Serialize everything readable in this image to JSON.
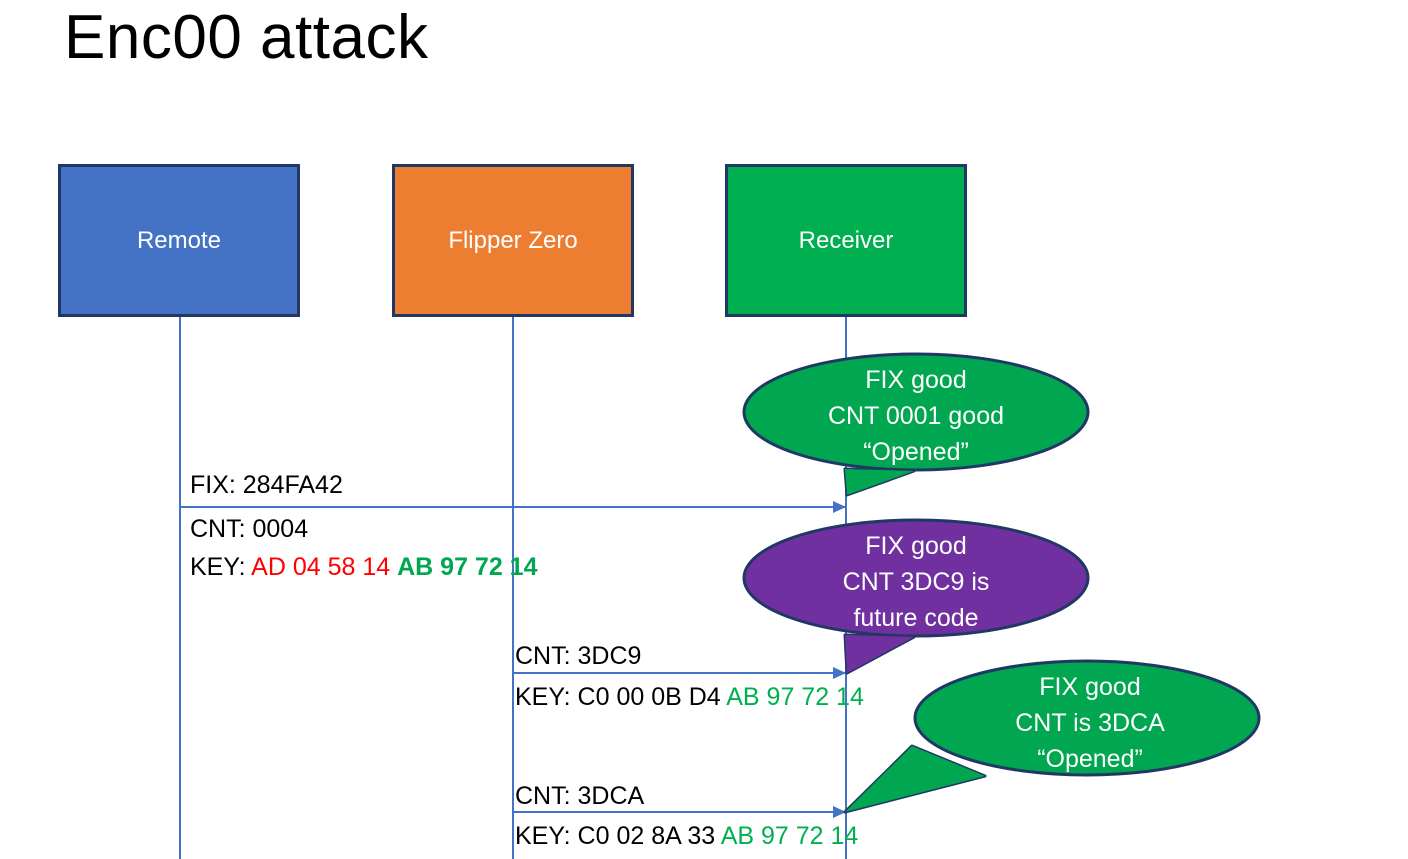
{
  "slide": {
    "title": "Enc00 attack"
  },
  "actors": [
    {
      "name": "remote",
      "label": "Remote",
      "color": "#4472C4"
    },
    {
      "name": "flipper",
      "label": "Flipper Zero",
      "color": "#ED7D31"
    },
    {
      "name": "receiver",
      "label": "Receiver",
      "color": "#00B050"
    }
  ],
  "messages": {
    "fix": "FIX: 284FA42",
    "cnt1": "CNT: 0004",
    "key1": {
      "prefix": "KEY: ",
      "red": "AD 04 58 14",
      "green": "AB 97 72 14"
    },
    "cnt2": "CNT: 3DC9",
    "key2": {
      "prefix": "KEY: C0 00 0B D4 ",
      "green": "AB 97 72 14"
    },
    "cnt3": "CNT: 3DCA",
    "key3": {
      "prefix": "KEY: C0 02 8A 33 ",
      "green": "AB 97 72 14"
    }
  },
  "bubbles": [
    {
      "name": "receiver-response-1",
      "color": "#00A650",
      "lines": [
        "FIX good",
        "CNT 0001 good",
        "“Opened”"
      ]
    },
    {
      "name": "receiver-response-2",
      "color": "#7030A0",
      "lines": [
        "FIX good",
        "CNT 3DC9 is",
        "future code"
      ]
    },
    {
      "name": "receiver-response-3",
      "color": "#00A650",
      "lines": [
        "FIX good",
        "CNT is 3DCA",
        "“Opened”"
      ]
    }
  ],
  "colors": {
    "blue": "#4472C4",
    "orange": "#ED7D31",
    "green": "#00B050",
    "purple": "#7030A0",
    "red": "#FF0000",
    "border": "#1F3864",
    "arrow": "#4472C4"
  }
}
